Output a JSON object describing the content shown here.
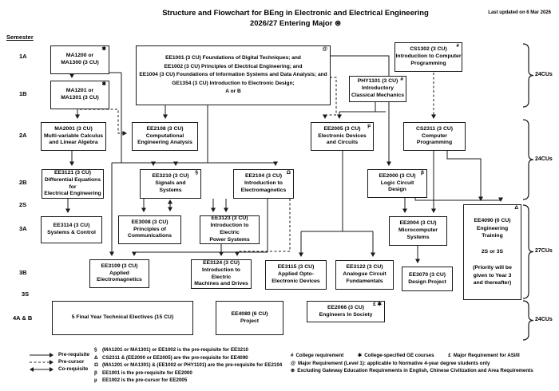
{
  "header": {
    "title_line1": "Structure and Flowchart for BEng in Electronic and Electrical Engineering",
    "title_line2": "2026/27 Entering Major ⊛",
    "last_updated": "Last updated on 6 Mar 2026",
    "semester_label": "Semester"
  },
  "semesters": [
    "1A",
    "1B",
    "2A",
    "2B",
    "2S",
    "3A",
    "3B",
    "3S",
    "4A & B"
  ],
  "boxes": {
    "ma1200": {
      "lines": [
        "MA1200 or",
        "MA1300 (3 CU)"
      ],
      "sym": "✱"
    },
    "ma1201": {
      "lines": [
        "MA1201 or",
        "MA1301 (3 CU)"
      ],
      "sym": "✱"
    },
    "core1": {
      "lines": [
        "EE1001 (3 CU) Foundations of Digital Techniques; and",
        "EE1002 (3 CU) Principles of Electrical Engineering; and",
        "EE1004 (3 CU) Foundations of Information Systems and Data Analysis; and",
        "GE1354 (3 CU) Introduction to Electronic Design;",
        "A or B"
      ],
      "sym": "@"
    },
    "cs1302": {
      "lines": [
        "CS1302 (3 CU)",
        "Introduction to Computer",
        "Programming"
      ],
      "sym": "#"
    },
    "phy1101": {
      "lines": [
        "PHY1101 (3 CU)",
        "Introductory",
        "Classical Mechanics"
      ],
      "sym": "#"
    },
    "ma2001": {
      "lines": [
        "MA2001 (3 CU)",
        "Multi-variable Calculus",
        "and Linear Algebra"
      ]
    },
    "ee2108": {
      "lines": [
        "EE2108 (3 CU)",
        "Computational",
        "Engineering Analysis"
      ]
    },
    "ee2005": {
      "lines": [
        "EE2005 (3 CU)",
        "Electronic Devices",
        "and Circuits"
      ],
      "sym": "µ"
    },
    "cs2311": {
      "lines": [
        "CS2311 (3 CU)",
        "Computer",
        "Programming"
      ]
    },
    "ee3121": {
      "lines": [
        "EE3121 (3 CU)",
        "Differential Equations for",
        "Electrical Engineering"
      ]
    },
    "ee3210": {
      "lines": [
        "EE3210 (3 CU)",
        "Signals and",
        "Systems"
      ],
      "sym": "§"
    },
    "ee2104": {
      "lines": [
        "EE2104 (3 CU)",
        "Introduction to",
        "Electromagnetics"
      ],
      "sym": "Ω"
    },
    "ee2000": {
      "lines": [
        "EE2000 (3 CU)",
        "Logic Circuit",
        "Design"
      ],
      "sym": "β"
    },
    "ee3114": {
      "lines": [
        "EE3114 (3 CU)",
        "Systems & Control"
      ]
    },
    "ee3008": {
      "lines": [
        "EE3008 (3 CU)",
        "Principles of",
        "Communications"
      ]
    },
    "ee3123": {
      "lines": [
        "EE3123 (3 CU)",
        "Introduction to Electric",
        "Power Systems"
      ]
    },
    "ee2004": {
      "lines": [
        "EE2004 (3 CU)",
        "Microcomputer",
        "Systems"
      ]
    },
    "ee4090": {
      "lines": [
        "EE4090 (0 CU)",
        "Engineering",
        "Training",
        "",
        "2S or 3S",
        "",
        "(Priority will be",
        "given to Year 3",
        "and thereafter)"
      ],
      "sym": "Δ"
    },
    "ee3109": {
      "lines": [
        "EE3109 (3 CU)",
        "Applied",
        "Electromagnetics"
      ]
    },
    "ee3124": {
      "lines": [
        "EE3124 (3 CU)",
        "Introduction to Electric",
        "Machines and Drives"
      ]
    },
    "ee3115": {
      "lines": [
        "EE3115 (3 CU)",
        "Applied Opto-",
        "Electronic Devices"
      ]
    },
    "ee3122": {
      "lines": [
        "EE3122 (3 CU)",
        "Analogue Circuit",
        "Fundamentals"
      ]
    },
    "ee3070": {
      "lines": [
        "EE3070 (3 CU)",
        "Design Project"
      ]
    },
    "electives": {
      "lines": [
        "5 Final Year Technical Electives (15 CU)"
      ]
    },
    "ee4080": {
      "lines": [
        "EE4080 (6 CU)",
        "Project"
      ]
    },
    "ee2066": {
      "lines": [
        "EE2066 (3 CU)",
        "Engineers In Society"
      ],
      "sym": "£ ✱"
    }
  },
  "braces": {
    "b1": "24CUs",
    "b2": "24CUs",
    "b3": "27CUs",
    "b4": "24CUs"
  },
  "legend": {
    "prerequisite": "Pre-requisite",
    "precursor": "Pre-cursor",
    "corequisite": "Co-requisite"
  },
  "footnotes_mid": [
    {
      "sym": "§",
      "text": "(MA1201 or MA1301) or EE1002 is the pre-requisite for EE3210"
    },
    {
      "sym": "Δ",
      "text": "CS2311 & (EE2000 or EE2005) are the pre-requisite for EE4090"
    },
    {
      "sym": "Ω",
      "text": "(MA1201 or MA1301) & (EE1002 or PHY1101) are the pre-requisite for EE2104"
    },
    {
      "sym": "β",
      "text": "EE1001 is the pre-requisite for EE2000"
    },
    {
      "sym": "µ",
      "text": "EE1002 is the pre-cursor for EE2005"
    }
  ],
  "footnotes_right": {
    "line1": [
      {
        "sym": "#",
        "text": "College requirement"
      },
      {
        "sym": "✱",
        "text": "College-specified GE courses"
      },
      {
        "sym": "£",
        "text": "Major Requirement for ASI/II"
      }
    ],
    "line2": {
      "sym": "@",
      "text": "Major Requirement (Level 1): applicable to Normative 4-year degree students only"
    },
    "line3": {
      "sym": "⊛",
      "text": "Excluding Gateway Education Requirements in English, Chinese Civilization and Area Requirements"
    }
  }
}
